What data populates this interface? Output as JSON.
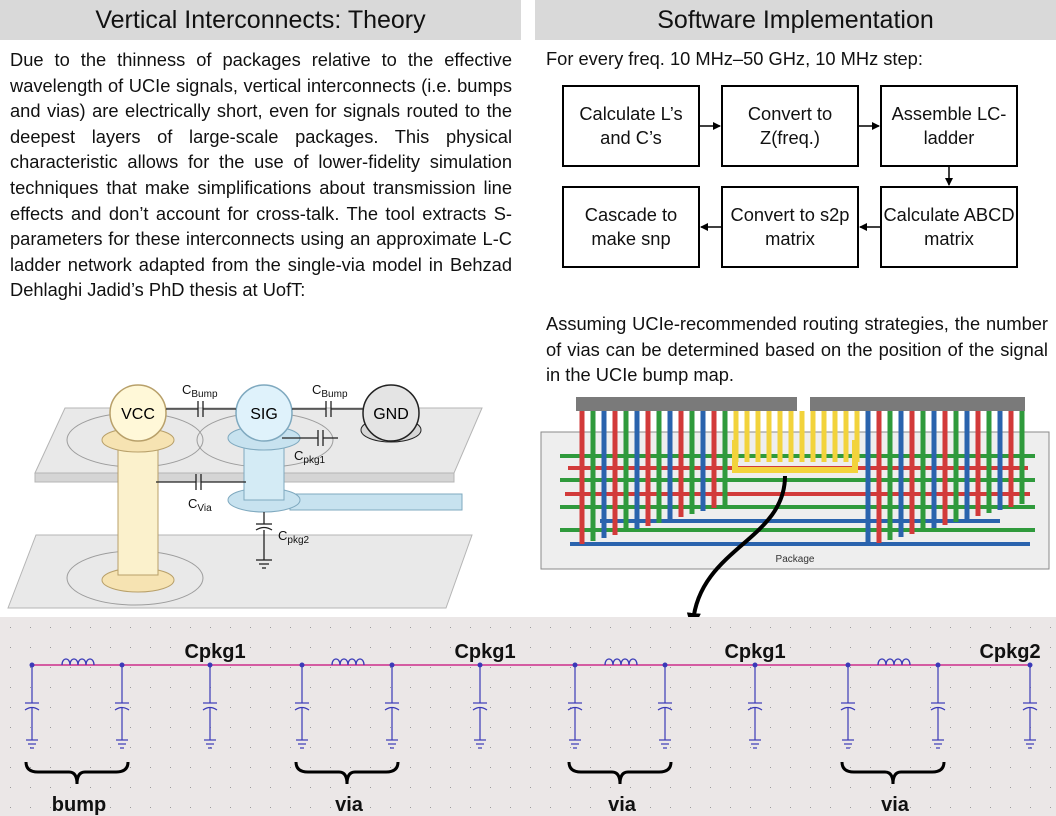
{
  "left_panel": {
    "title": "Vertical Interconnects: Theory",
    "body": "Due to the thinness of packages relative to the effective wavelength of UCIe signals, vertical interconnects (i.e. bumps and vias) are electrically short, even for signals routed to the deepest layers of large-scale packages. This physical characteristic allows for the use of lower-fidelity simulation techniques that make simplifications about transmission line effects and don’t account for cross-talk. The tool extracts S-parameters for these interconnects using an approximate L-C ladder network adapted from the single-via model in Behzad Dehlaghi Jadid’s PhD thesis at UofT:"
  },
  "via_model": {
    "nodes": [
      "VCC",
      "SIG",
      "GND"
    ],
    "cap_labels": [
      {
        "main": "C",
        "sub": "Bump"
      },
      {
        "main": "C",
        "sub": "Bump"
      },
      {
        "main": "C",
        "sub": "pkg1"
      },
      {
        "main": "C",
        "sub": "Via"
      },
      {
        "main": "C",
        "sub": "pkg2"
      }
    ]
  },
  "right_panel": {
    "title": "Software Implementation",
    "loop_description": "For every freq. 10 MHz–50 GHz, 10 MHz step:",
    "flow_steps": [
      "Calculate L’s and C’s",
      "Convert to Z(freq.)",
      "Assemble LC-ladder",
      "Calculate ABCD matrix",
      "Convert to s2p matrix",
      "Cascade to make snp"
    ],
    "routing_text": "Assuming UCIe-recommended routing strategies, the number of vias can be determined based on the position of the signal in the UCIe bump map.",
    "package_label": "Package"
  },
  "ladder": {
    "cap_labels": [
      "Cpkg1",
      "Cpkg1",
      "Cpkg1",
      "Cpkg2"
    ],
    "segment_labels": [
      "bump",
      "via",
      "via",
      "via"
    ]
  },
  "colors": {
    "header_bg": "#d9d9d9",
    "schematic_bg": "#ebe7e7",
    "wire": "#cc2f8c",
    "component": "#3a3ab8",
    "routing_red": "#d23a3a",
    "routing_green": "#2f9a3c",
    "routing_blue": "#2a63ad",
    "routing_yellow": "#f2d33c"
  }
}
